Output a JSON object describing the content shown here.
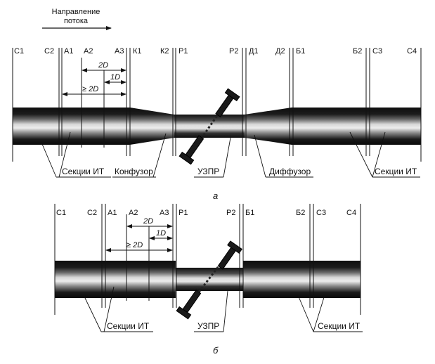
{
  "flow_direction": [
    "Направление",
    "потока"
  ],
  "diagram_a": {
    "section_labels": [
      "С1",
      "С2",
      "А1",
      "А2",
      "А3",
      "К1",
      "К2",
      "Р1",
      "Р2",
      "Д1",
      "Д2",
      "Б1",
      "Б2",
      "С3",
      "С4"
    ],
    "dim_2d": "2D",
    "dim_1d": "1D",
    "dim_ge2d": "≥ 2D",
    "callout_sections_it": "Секции ИТ",
    "callout_konfuzor": "Конфузор",
    "callout_uzpr": "УЗПР",
    "callout_diffuzor": "Диффузор",
    "callout_sections_it_right": "Секции ИТ",
    "caption": "а"
  },
  "diagram_b": {
    "section_labels": [
      "С1",
      "С2",
      "А1",
      "А2",
      "А3",
      "Р1",
      "Р2",
      "Б1",
      "Б2",
      "С3",
      "С4"
    ],
    "dim_2d": "2D",
    "dim_1d": "1D",
    "dim_ge2d": "≥ 2D",
    "callout_sections_it": "Секции ИТ",
    "callout_uzpr": "УЗПР",
    "callout_sections_it_right": "Секции ИТ",
    "caption": "б"
  }
}
